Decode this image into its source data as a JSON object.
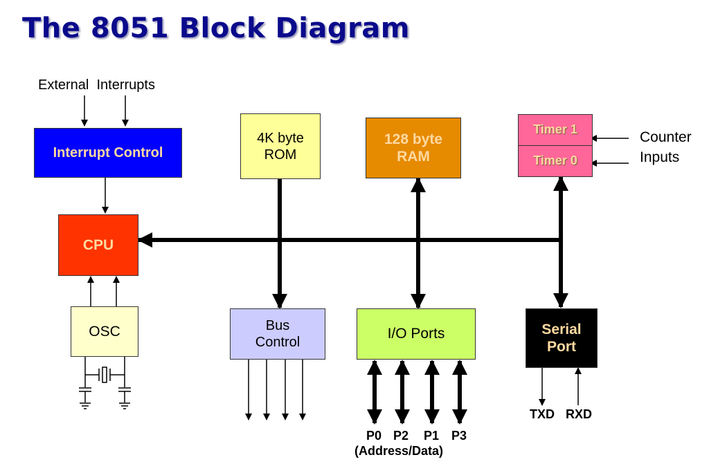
{
  "title": "The 8051 Block Diagram",
  "blocks": {
    "interrupt_control": {
      "label": "Interrupt Control",
      "fill": "#0000ff",
      "text_color": "#ffd9a0"
    },
    "cpu": {
      "label": "CPU",
      "fill": "#ff3300",
      "text_color": "#ffd9a0"
    },
    "osc": {
      "label": "OSC",
      "fill": "#ffffcc",
      "text_color": "#000000"
    },
    "rom": {
      "line1": "4K byte",
      "line2": "ROM",
      "fill": "#ffff99",
      "text_color": "#000000"
    },
    "ram": {
      "line1": "128 byte",
      "line2": "RAM",
      "fill": "#e68a00",
      "text_color": "#ffd9a0"
    },
    "timer1": {
      "label": "Timer 1",
      "fill": "#ff6699",
      "text_color": "#ffd9a0"
    },
    "timer0": {
      "label": "Timer 0",
      "fill": "#ff6699",
      "text_color": "#ffd9a0"
    },
    "bus_control": {
      "line1": "Bus",
      "line2": "Control",
      "fill": "#ccccff",
      "text_color": "#000000"
    },
    "io_ports": {
      "label": "I/O Ports",
      "fill": "#ccff66",
      "text_color": "#000000"
    },
    "serial_port": {
      "line1": "Serial",
      "line2": "Port",
      "fill": "#000000",
      "text_color": "#ffd9a0"
    }
  },
  "labels": {
    "external_interrupts": "External  Interrupts",
    "counter": "Counter",
    "inputs": "Inputs",
    "ports": [
      "P0",
      "P2",
      "P1",
      "P3"
    ],
    "address_data": "(Address/Data)",
    "txd": "TXD",
    "rxd": "RXD"
  }
}
